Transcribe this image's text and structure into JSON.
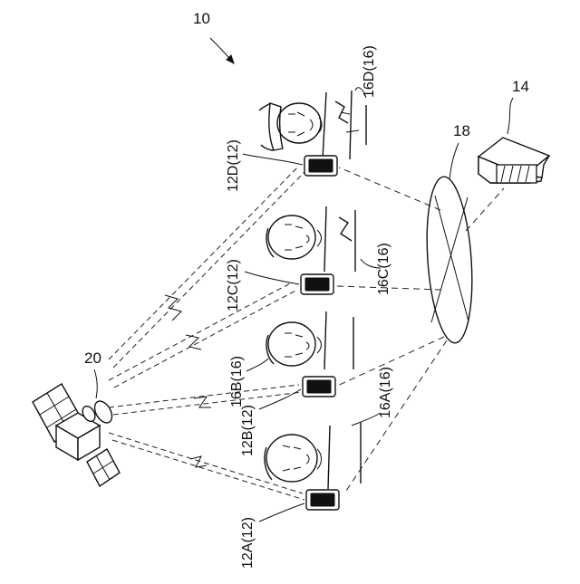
{
  "labels": {
    "system": "10",
    "server": "14",
    "network": "18",
    "satellite": "20",
    "terminal_d": "12D(12)",
    "terminal_c": "12C(12)",
    "terminal_b": "12B(12)",
    "terminal_a": "12A(12)",
    "person_d": "16D(16)",
    "person_c": "16C(16)",
    "person_b": "16B(16)",
    "person_a": "16A(16)"
  }
}
